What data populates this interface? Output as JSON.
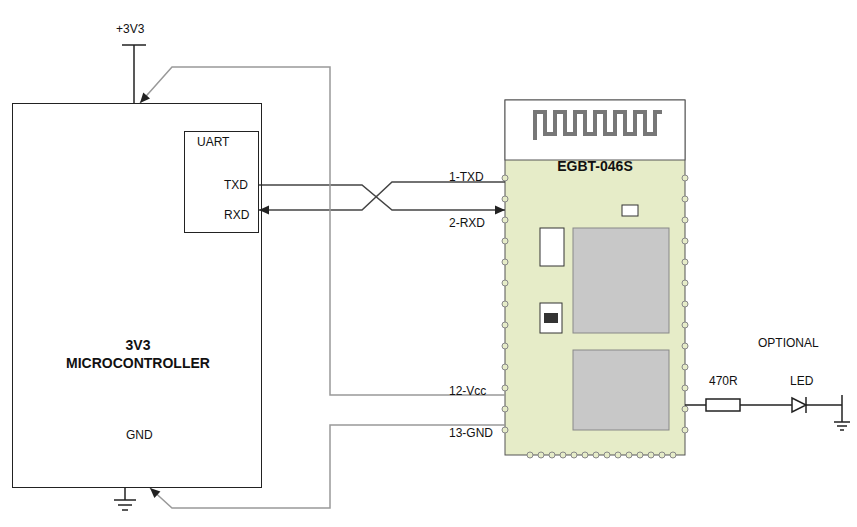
{
  "diagram": {
    "nodes": [
      {
        "text": [
          "3V3 MICROCONTROLLER"
        ]
      },
      {
        "text": [
          "UART"
        ],
        "in": 0
      },
      {
        "text": [
          "EGBT-046S"
        ]
      }
    ],
    "edges": [
      {
        "from": 1,
        "to": 2,
        "arrow": "to"
      },
      {
        "from": 2,
        "to": 1,
        "arrow": "to"
      },
      {
        "from": 2,
        "to": 0,
        "arrow": "to"
      },
      {
        "from": 2,
        "to": 0,
        "arrow": "to"
      }
    ],
    "labels": [
      "+3V3",
      "TXD",
      "RXD",
      "GND",
      "1-TXD",
      "2-RXD",
      "12-Vcc",
      "13-GND",
      "OPTIONAL",
      "470R",
      "LED"
    ]
  }
}
